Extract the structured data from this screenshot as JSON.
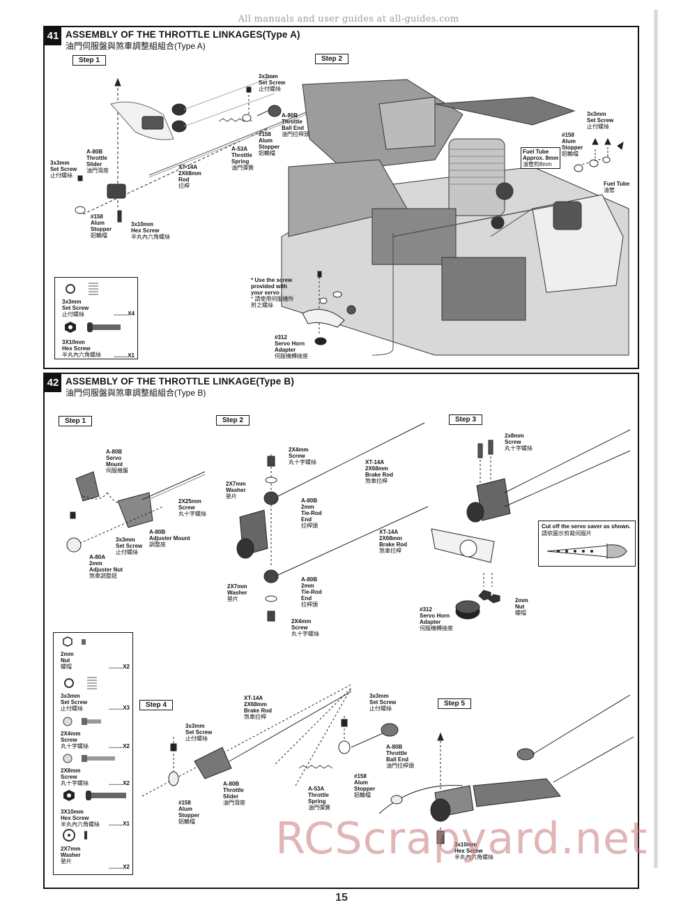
{
  "banner": "All manuals and user guides at all-guides.com",
  "page_number": "15",
  "watermark": "RCScrapyard.net",
  "section41": {
    "number": "41",
    "title": "ASSEMBLY OF THE THROTTLE LINKAGES(Type A)",
    "subtitle": "油門伺服盤與煞車調整組組合(Type A)",
    "step1": "Step 1",
    "step2": "Step 2",
    "callouts": {
      "a80b_slider": [
        "A-80B",
        "Throttle",
        "Slider",
        "油門滑座"
      ],
      "setscrew_left": [
        "3x3mm",
        "Set Screw",
        "止付螺絲"
      ],
      "stopper_left": [
        "#158",
        "Alum",
        "Stopper",
        "鋁輪檔"
      ],
      "hexscrew": [
        "3x10mm",
        "Hex Screw",
        "半丸內六角螺絲"
      ],
      "rod": [
        "XT-14A",
        "2X68mm",
        "Rod",
        "拉桿"
      ],
      "spring": [
        "A-53A",
        "Throttle",
        "Spring",
        "油門彈簧"
      ],
      "stopper_mid": [
        "#158",
        "Alum",
        "Stopper",
        "鋁輪檔"
      ],
      "setscrew_top": [
        "3x3mm",
        "Set Screw",
        "止付螺絲"
      ],
      "ballend": [
        "A-80B",
        "Throttle",
        "Ball End",
        "油門拉桿頭"
      ],
      "setscrew_right": [
        "3x3mm",
        "Set Screw",
        "止付螺絲"
      ],
      "stopper_right": [
        "#158",
        "Alum",
        "Stopper",
        "鋁輪檔"
      ],
      "fueltube_len": [
        "Fuel Tube",
        "Approx. 8mm",
        "油管約8mm"
      ],
      "fueltube": [
        "Fuel Tube",
        "油管"
      ],
      "use_screw": [
        "* Use the screw",
        "provided with",
        "your servo .",
        "* 請使用伺服機所",
        "附之螺絲"
      ],
      "servo_adapter": [
        "#312",
        "Servo Horn",
        "Adapter",
        "伺服機轉接座"
      ]
    },
    "parts": [
      {
        "name": "3x3mm",
        "type": "Set Screw",
        "zh": "止付螺絲",
        "qty": "X4"
      },
      {
        "name": "3X10mm",
        "type": "Hex Screw",
        "zh": "半丸內六角螺絲",
        "qty": "X1"
      }
    ]
  },
  "section42": {
    "number": "42",
    "title": "ASSEMBLY OF THE THROTTLE LINKAGE(Type B)",
    "subtitle": "油門伺服盤與煞車調整組組合(Type B)",
    "step1": "Step 1",
    "step2": "Step 2",
    "step3": "Step 3",
    "step4": "Step 4",
    "step5": "Step 5",
    "callouts": {
      "servo_mount": [
        "A-80B",
        "Servo",
        "Mount",
        "伺服機盤"
      ],
      "screw_2x25": [
        "2X25mm",
        "Screw",
        "丸十字螺絲"
      ],
      "adjuster_mount": [
        "A-80B",
        "Adjuster Mount",
        "調整座"
      ],
      "setscrew_s1": [
        "3x3mm",
        "Set Screw",
        "止付螺絲"
      ],
      "adjuster_nut": [
        "A-80A",
        "2mm",
        "Adjuster Nut",
        "煞車調整鈕"
      ],
      "screw_2x4_top": [
        "2X4mm",
        "Screw",
        "丸十字螺絲"
      ],
      "washer_top": [
        "2X7mm",
        "Washer",
        "墊片"
      ],
      "tierod_top": [
        "A-80B",
        "2mm",
        "Tie-Rod",
        "End",
        "拉桿頭"
      ],
      "brakerod_top": [
        "XT-14A",
        "2X68mm",
        "Brake Rod",
        "煞車拉桿"
      ],
      "brakerod_mid": [
        "XT-14A",
        "2X68mm",
        "Brake Rod",
        "煞車拉桿"
      ],
      "tierod_bottom": [
        "A-80B",
        "2mm",
        "Tie-Rod",
        "End",
        "拉桿頭"
      ],
      "washer_bottom": [
        "2X7mm",
        "Washer",
        "墊片"
      ],
      "screw_2x4_bottom": [
        "2X4mm",
        "Screw",
        "丸十字螺絲"
      ],
      "screw_2x8": [
        "2x8mm",
        "Screw",
        "丸十字螺絲"
      ],
      "servo_adapter": [
        "#312",
        "Servo Horn",
        "Adapter",
        "伺服機轉接座"
      ],
      "nut_2mm": [
        "2mm",
        "Nut",
        "螺帽"
      ],
      "setscrew_s4": [
        "3x3mm",
        "Set Screw",
        "止付螺絲"
      ],
      "stopper_s4": [
        "#158",
        "Alum",
        "Stopper",
        "鋁輪檔"
      ],
      "slider_s4": [
        "A-80B",
        "Throttle",
        "Slider",
        "油門滑座"
      ],
      "brakerod_s4": [
        "XT-14A",
        "2X68mm",
        "Brake Rod",
        "煞車拉桿"
      ],
      "spring_s4": [
        "A-53A",
        "Throttle",
        "Spring",
        "油門彈簧"
      ],
      "setscrew_s4b": [
        "3x3mm",
        "Set Screw",
        "止付螺絲"
      ],
      "ballend_s4": [
        "A-80B",
        "Throttle",
        "Ball End",
        "油門拉桿頭"
      ],
      "stopper_s4b": [
        "#158",
        "Alum",
        "Stopper",
        "鋁輪檔"
      ],
      "hexscrew_s5": [
        "3x10mm",
        "Hex Screw",
        "半丸內六角螺絲"
      ]
    },
    "note": {
      "en": "Cut off the servo saver as shown.",
      "zh": "請依圖示剪裁伺服片"
    },
    "parts": [
      {
        "name": "2mm",
        "type": "Nut",
        "zh": "螺帽",
        "qty": "X2"
      },
      {
        "name": "3x3mm",
        "type": "Set Screw",
        "zh": "止付螺絲",
        "qty": "X3"
      },
      {
        "name": "2X4mm",
        "type": "Screw",
        "zh": "丸十字螺絲",
        "qty": "X2"
      },
      {
        "name": "2X8mm",
        "type": "Screw",
        "zh": "丸十字螺絲",
        "qty": "X2"
      },
      {
        "name": "3X10mm",
        "type": "Hex Screw",
        "zh": "半丸內六角螺絲",
        "qty": "X1"
      },
      {
        "name": "2X7mm",
        "type": "Washer",
        "zh": "墊片",
        "qty": "X2"
      }
    ]
  }
}
